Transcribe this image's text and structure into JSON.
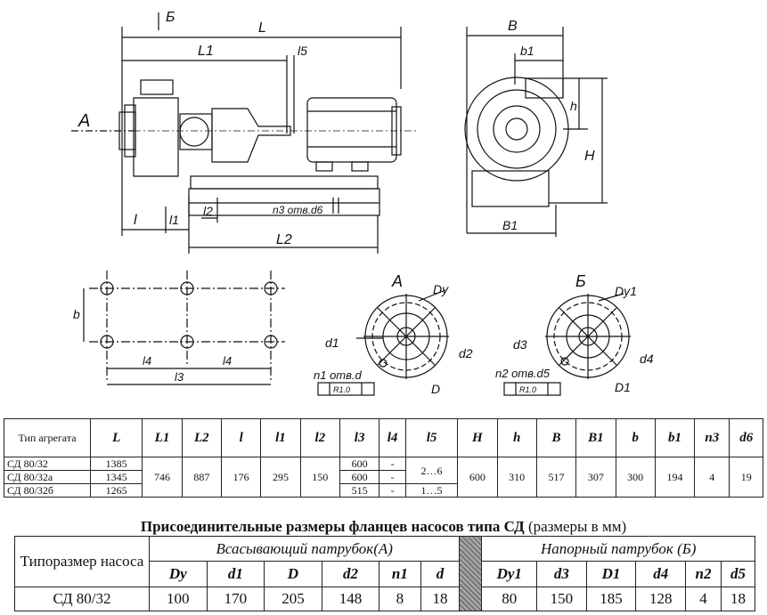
{
  "drawing": {
    "side_view": {
      "dim_L": "L",
      "dim_L1": "L1",
      "dim_l5": "l5",
      "view_A": "A",
      "section_B": "Б",
      "dim_l": "l",
      "dim_l1": "l1",
      "dim_l2": "l2",
      "dim_L2": "L2",
      "holes_note": "n3 отв.d6"
    },
    "end_view": {
      "dim_B": "B",
      "dim_b1": "b1",
      "dim_h": "h",
      "dim_H": "H",
      "dim_B1": "B1"
    },
    "foundation_plan": {
      "dim_b": "b",
      "dim_l4a": "l4",
      "dim_l4b": "l4",
      "dim_l3": "l3"
    },
    "flange_A": {
      "title": "A",
      "dy": "Dy",
      "d1": "d1",
      "d2": "d2",
      "D": "D",
      "holes": "n1 отв.d",
      "tol": "R1.0"
    },
    "flange_B": {
      "title": "Б",
      "dy": "Dy1",
      "d3": "d3",
      "d4": "d4",
      "D1": "D1",
      "holes": "n2 отв.d5",
      "tol": "R1.0"
    }
  },
  "units_table": {
    "header_type": "Тип агрегата",
    "headers": [
      "L",
      "L1",
      "L2",
      "l",
      "l1",
      "l2",
      "l3",
      "l4",
      "l5",
      "H",
      "h",
      "B",
      "B1",
      "b",
      "b1",
      "n3",
      "d6"
    ],
    "models": [
      "СД 80/32",
      "СД 80/32а",
      "СД 80/32б"
    ],
    "L": [
      "1385",
      "1345",
      "1265"
    ],
    "L1": "746",
    "L2": "887",
    "l": "176",
    "l1": "295",
    "l2": "150",
    "l3": [
      "600",
      "600",
      "515"
    ],
    "l4": [
      "-",
      "-",
      "-"
    ],
    "l5": [
      "2…6",
      "1…5"
    ],
    "H": "600",
    "h": "310",
    "B": "517",
    "B1": "307",
    "b": "300",
    "b1": "194",
    "n3": "4",
    "d6": "19"
  },
  "flange_title": {
    "bold": "Присоединительные размеры фланцев насосов типа СД",
    "normal": " (размеры в мм)"
  },
  "flange_table": {
    "col_type": "Типоразмер насоса",
    "suction": "Всасывающий патрубок(А)",
    "discharge": "Напорный патрубок (Б)",
    "suction_cols": [
      "Dy",
      "d1",
      "D",
      "d2",
      "n1",
      "d"
    ],
    "discharge_cols": [
      "Dy1",
      "d3",
      "D1",
      "d4",
      "n2",
      "d5"
    ],
    "row": {
      "model": "СД 80/32",
      "suction": [
        "100",
        "170",
        "205",
        "148",
        "8",
        "18"
      ],
      "discharge": [
        "80",
        "150",
        "185",
        "128",
        "4",
        "18"
      ]
    }
  }
}
